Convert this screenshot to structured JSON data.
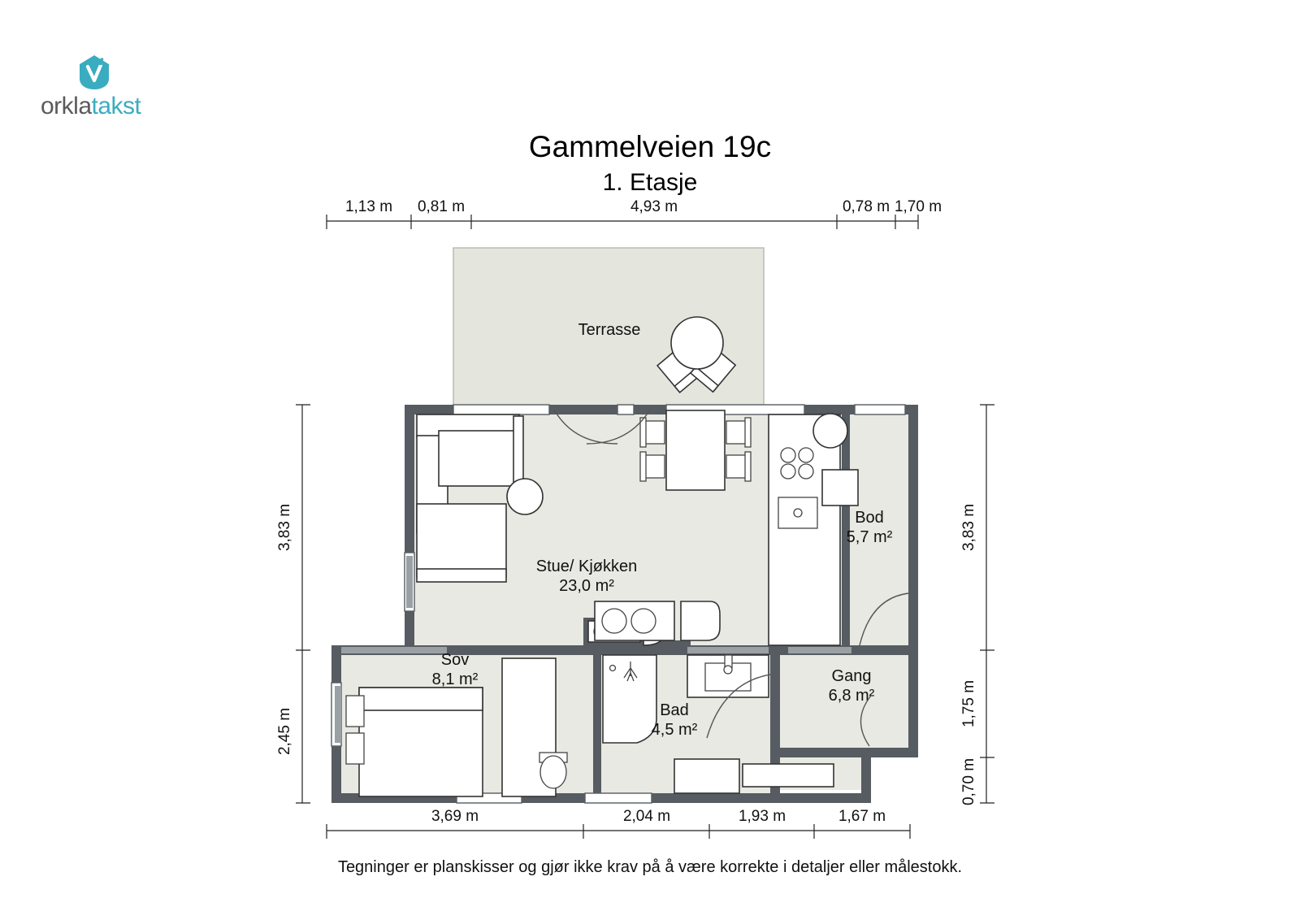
{
  "brand": {
    "name_part1": "orkla",
    "name_part2": "takst",
    "mark_icon": "house-check-icon",
    "accent_color": "#3aacc0",
    "text_color": "#5a5a5a"
  },
  "header": {
    "title": "Gammelveien 19c",
    "subtitle": "1. Etasje"
  },
  "footer": {
    "disclaimer": "Tegninger er planskisser og gjør ikke krav på å være korrekte i detaljer eller målestokk."
  },
  "dimensions": {
    "top": [
      "1,13 m",
      "0,81 m",
      "4,93 m",
      "0,78 m",
      "1,70 m"
    ],
    "bottom": [
      "3,69 m",
      "2,04 m",
      "1,93 m",
      "1,67 m"
    ],
    "left": [
      "3,83 m",
      "2,45 m"
    ],
    "right": [
      "3,83 m",
      "1,75 m",
      "0,70 m"
    ]
  },
  "rooms": [
    {
      "name": "Terrasse",
      "area": ""
    },
    {
      "name": "Stue/ Kjøkken",
      "area": "23,0 m²"
    },
    {
      "name": "Bod",
      "area": "5,7 m²"
    },
    {
      "name": "Sov",
      "area": "8,1 m²"
    },
    {
      "name": "Bad",
      "area": "4,5 m²"
    },
    {
      "name": "Gang",
      "area": "6,8 m²"
    }
  ],
  "colors": {
    "wall": "#565c61",
    "room_fill": "#e8e9e2",
    "terrace_fill": "#e4e6de",
    "furniture_stroke": "#333333"
  },
  "furniture": [
    "sofa-sectional",
    "round-side-table",
    "dining-table",
    "dining-chairs",
    "terrace-round-table",
    "terrace-chairs",
    "kitchen-counter",
    "stove-hob",
    "sink",
    "refrigerator",
    "bed-double",
    "nightstand",
    "wardrobe",
    "toilet",
    "bathroom-sink",
    "shower",
    "washing-machine",
    "closet"
  ]
}
